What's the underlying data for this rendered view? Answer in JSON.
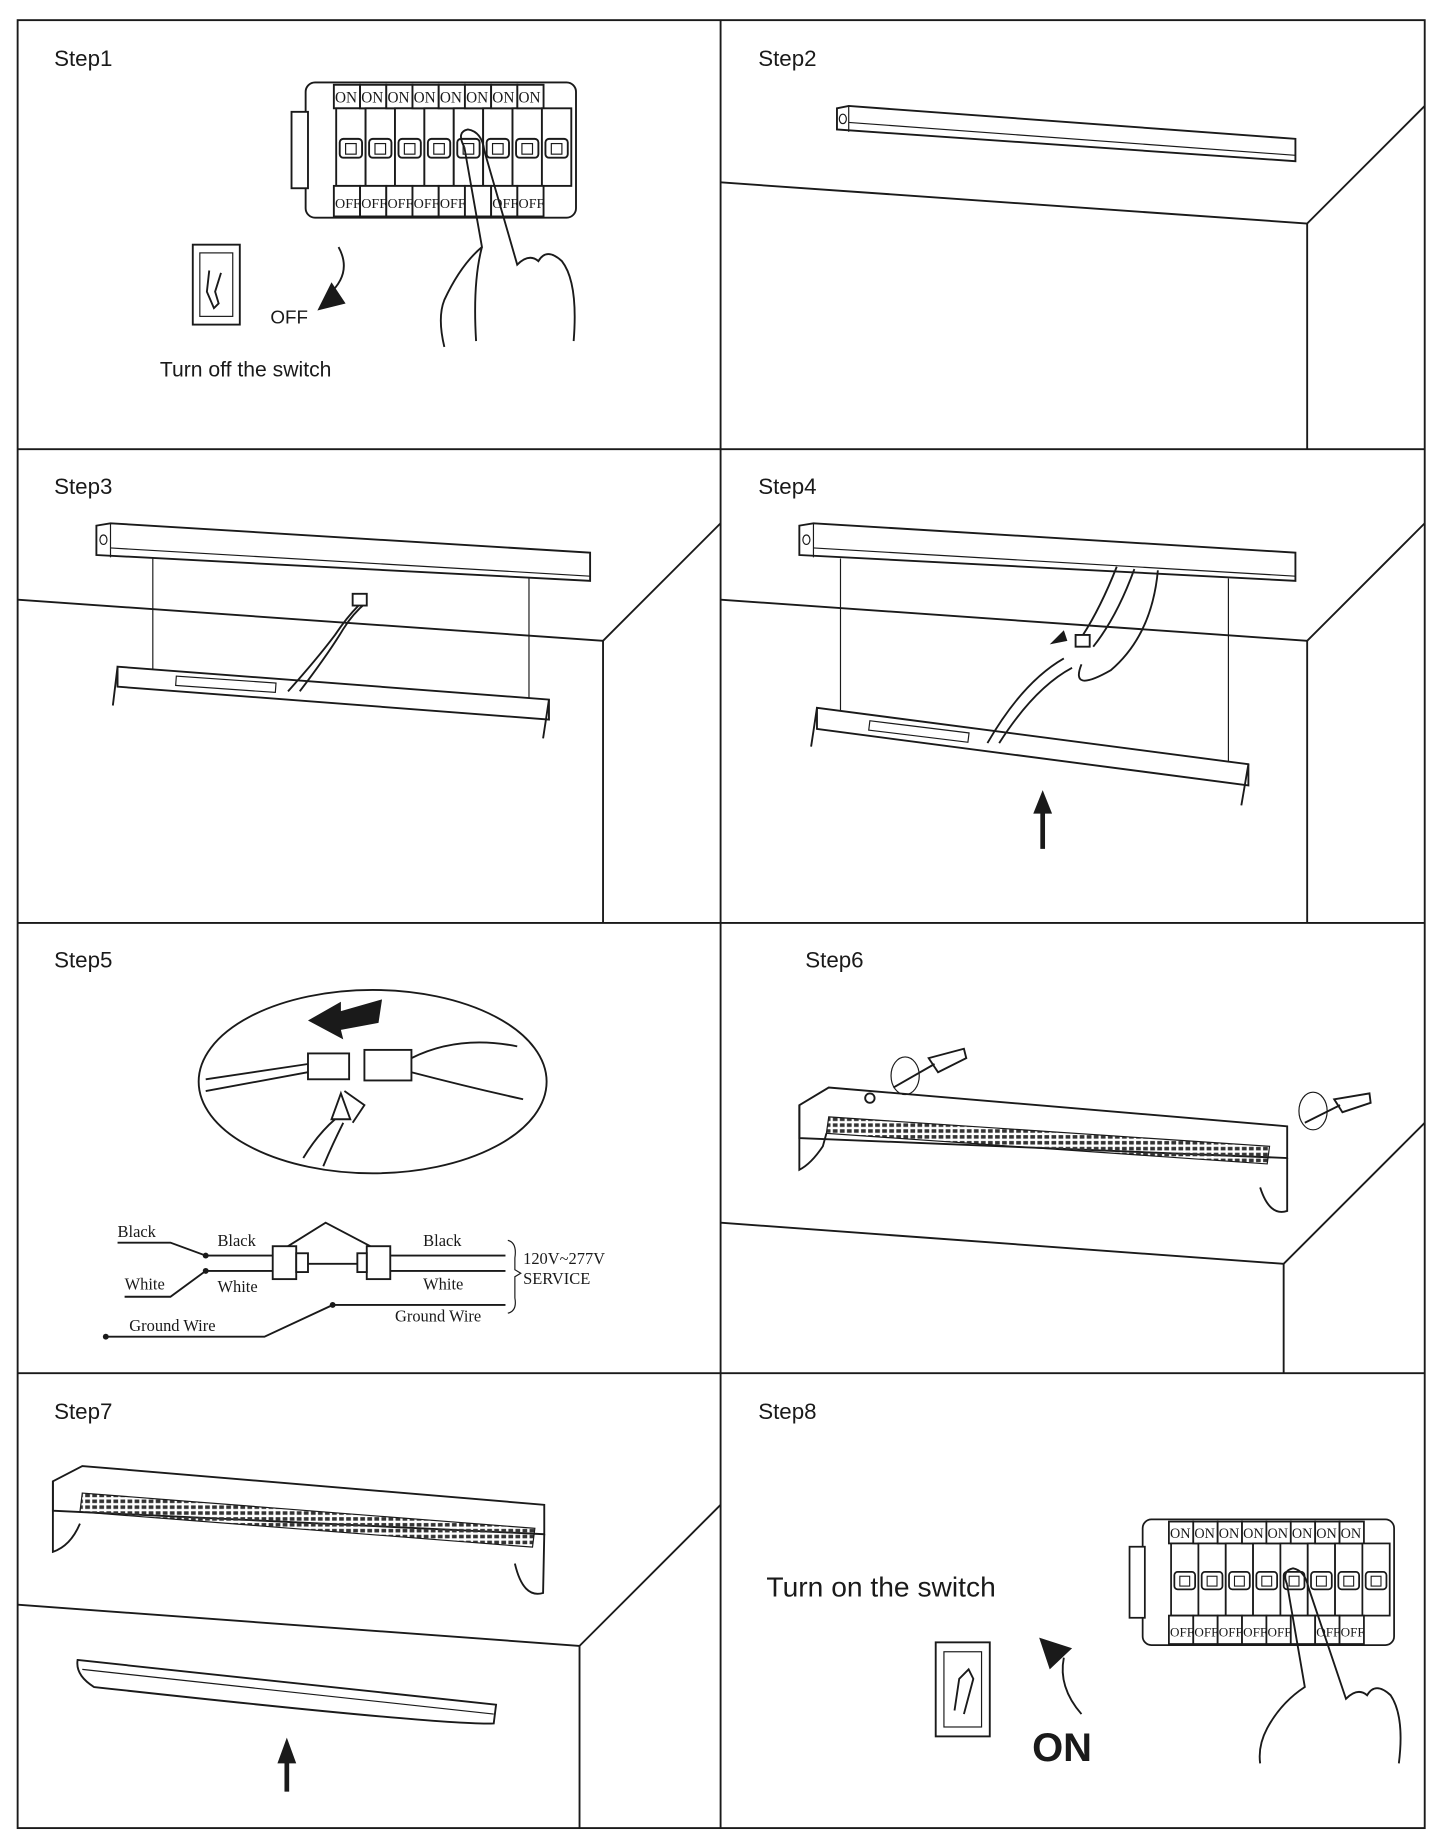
{
  "steps": [
    {
      "title": "Step1",
      "caption": "Turn off the switch",
      "arrow_label": "OFF"
    },
    {
      "title": "Step2"
    },
    {
      "title": "Step3"
    },
    {
      "title": "Step4"
    },
    {
      "title": "Step5"
    },
    {
      "title": "Step6"
    },
    {
      "title": "Step7"
    },
    {
      "title": "Step8",
      "caption": "Turn on the switch",
      "arrow_label": "ON"
    }
  ],
  "breaker_panel": {
    "top_labels": [
      "ON",
      "ON",
      "ON",
      "ON",
      "ON",
      "ON",
      "ON",
      "ON"
    ],
    "bottom_labels": [
      "OFF",
      "OFF",
      "OFF",
      "OFF",
      "OFF",
      "",
      "OFF",
      "OFF"
    ]
  },
  "wiring": {
    "left_black": "Black",
    "left_white": "White",
    "left_ground": "Ground Wire",
    "mid_black": "Black",
    "mid_white": "White",
    "right_black": "Black",
    "right_white": "White",
    "right_ground": "Ground Wire",
    "voltage": "120V~277V",
    "service": "SERVICE"
  }
}
